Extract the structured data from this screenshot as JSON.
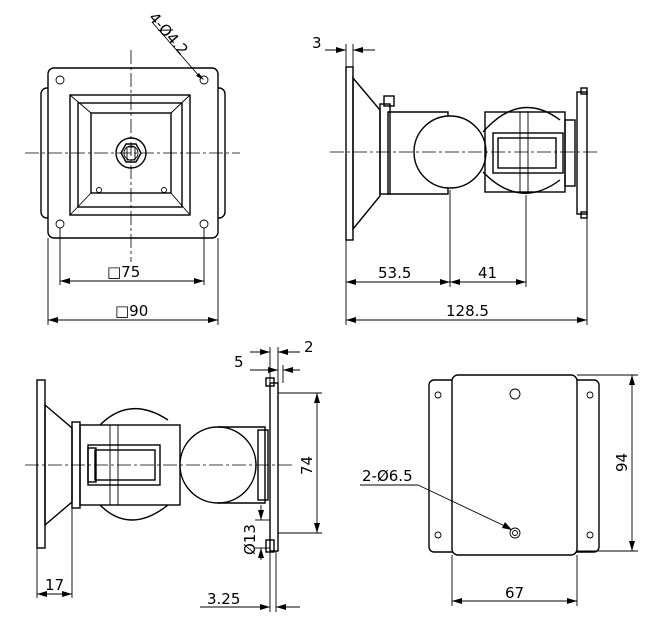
{
  "labels": {
    "holes_4": "4-Ø4.2",
    "sq75": "□75",
    "sq90": "□90",
    "d3": "3",
    "d53_5": "53.5",
    "d41": "41",
    "d128_5": "128.5",
    "d5": "5",
    "d2": "2",
    "d74": "74",
    "d13": "Ø13",
    "d17": "17",
    "d3_25": "3.25",
    "holes_2": "2-Ø6.5",
    "d94": "94",
    "d67": "67"
  }
}
